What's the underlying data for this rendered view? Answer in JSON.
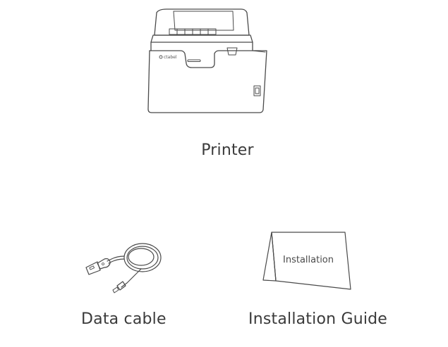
{
  "items": {
    "printer": {
      "caption": "Printer",
      "brand_text": "ctabel"
    },
    "data_cable": {
      "caption": "Data cable"
    },
    "installation_guide": {
      "caption": "Installation Guide",
      "booklet_text": "Installation"
    }
  },
  "colors": {
    "line": "#4a4a4a",
    "text": "#3a3a3a",
    "background": "#ffffff"
  }
}
